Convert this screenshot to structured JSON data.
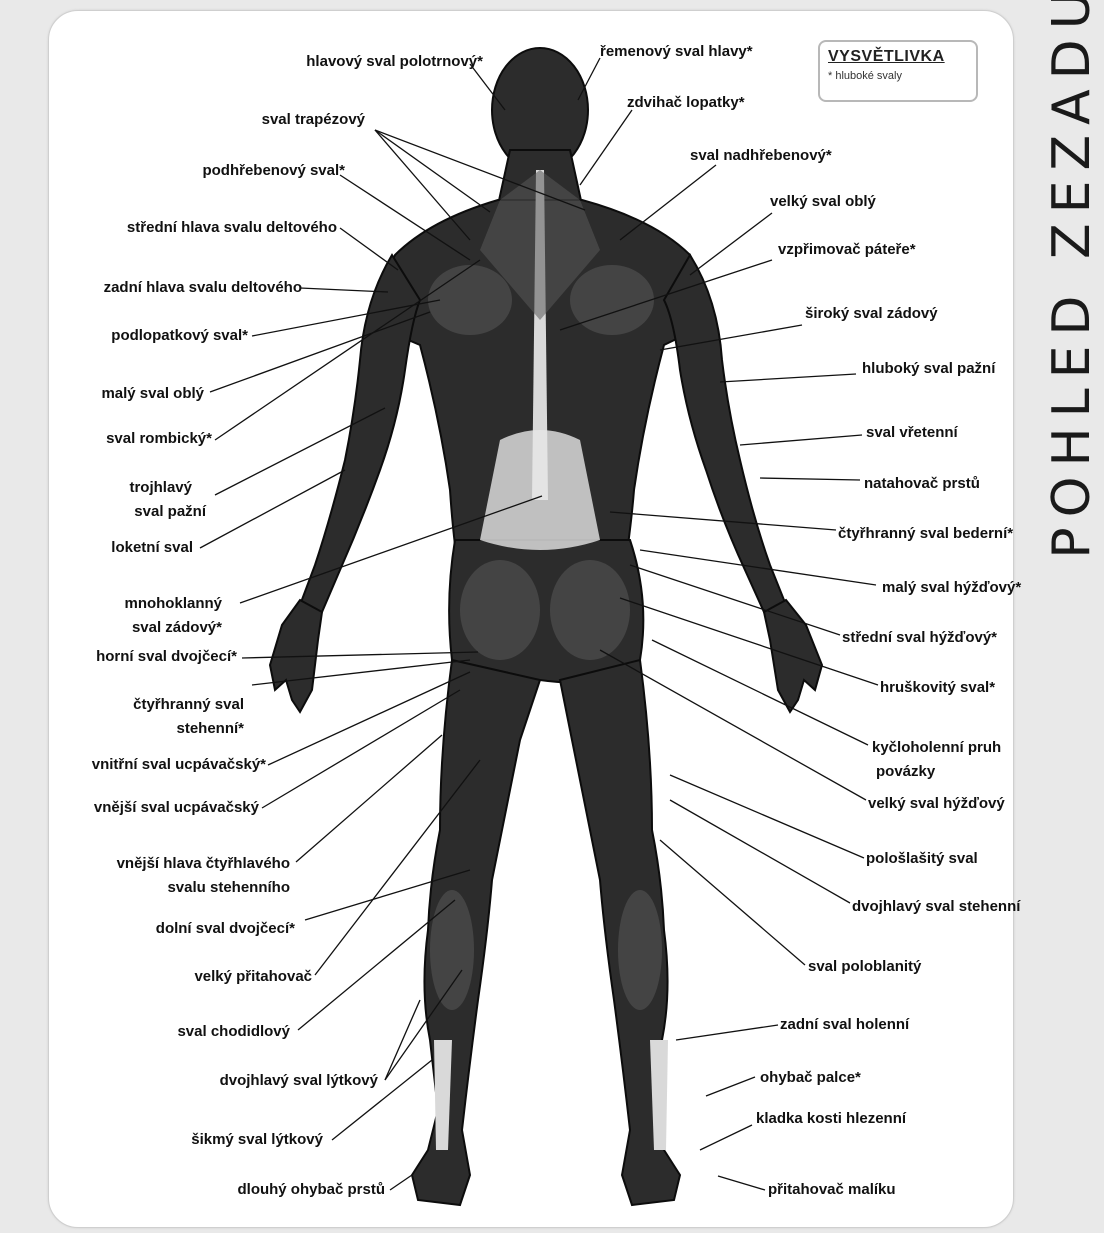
{
  "title": "POHLED ZEZADU",
  "legend": {
    "title": "VYSVĚTLIVKA",
    "note": "* hluboké svaly"
  },
  "labels_left": [
    "hlavový sval polotrnový*",
    "sval trapézový",
    "podhřebenový sval*",
    "střední hlava svalu deltového",
    "zadní hlava svalu deltového",
    "podlopatkový sval*",
    "malý sval oblý",
    "sval rombický*",
    "trojhlavý",
    "sval pažní",
    "loketní sval",
    "mnohoklanný",
    "sval zádový*",
    "horní sval dvojčecí*",
    "čtyřhranný sval",
    "stehenní*",
    "vnitřní sval ucpávačský*",
    "vnější sval ucpávačský",
    "vnější hlava čtyřhlavého",
    "svalu stehenního",
    "dolní sval dvojčecí*",
    "velký přitahovač",
    "sval chodidlový",
    "dvojhlavý sval lýtkový",
    "šikmý sval lýtkový",
    "dlouhý ohybač prstů"
  ],
  "labels_right": [
    "řemenový sval hlavy*",
    "zdvihač lopatky*",
    "sval nadhřebenový*",
    "velký sval oblý",
    "vzpřimovač páteře*",
    "široký sval zádový",
    "hluboký sval pažní",
    "sval vřetenní",
    "natahovač prstů",
    "čtyřhranný sval bederní*",
    "malý sval hýžďový*",
    "střední sval hýžďový*",
    "hruškovitý sval*",
    "kyčloholenní pruh",
    "povázky",
    "velký sval hýžďový",
    "pološlašitý sval",
    "dvojhlavý sval stehenní",
    "sval poloblanitý",
    "zadní sval holenní",
    "ohybač palce*",
    "kladka kosti hlezenní",
    "přitahovač malíku"
  ]
}
